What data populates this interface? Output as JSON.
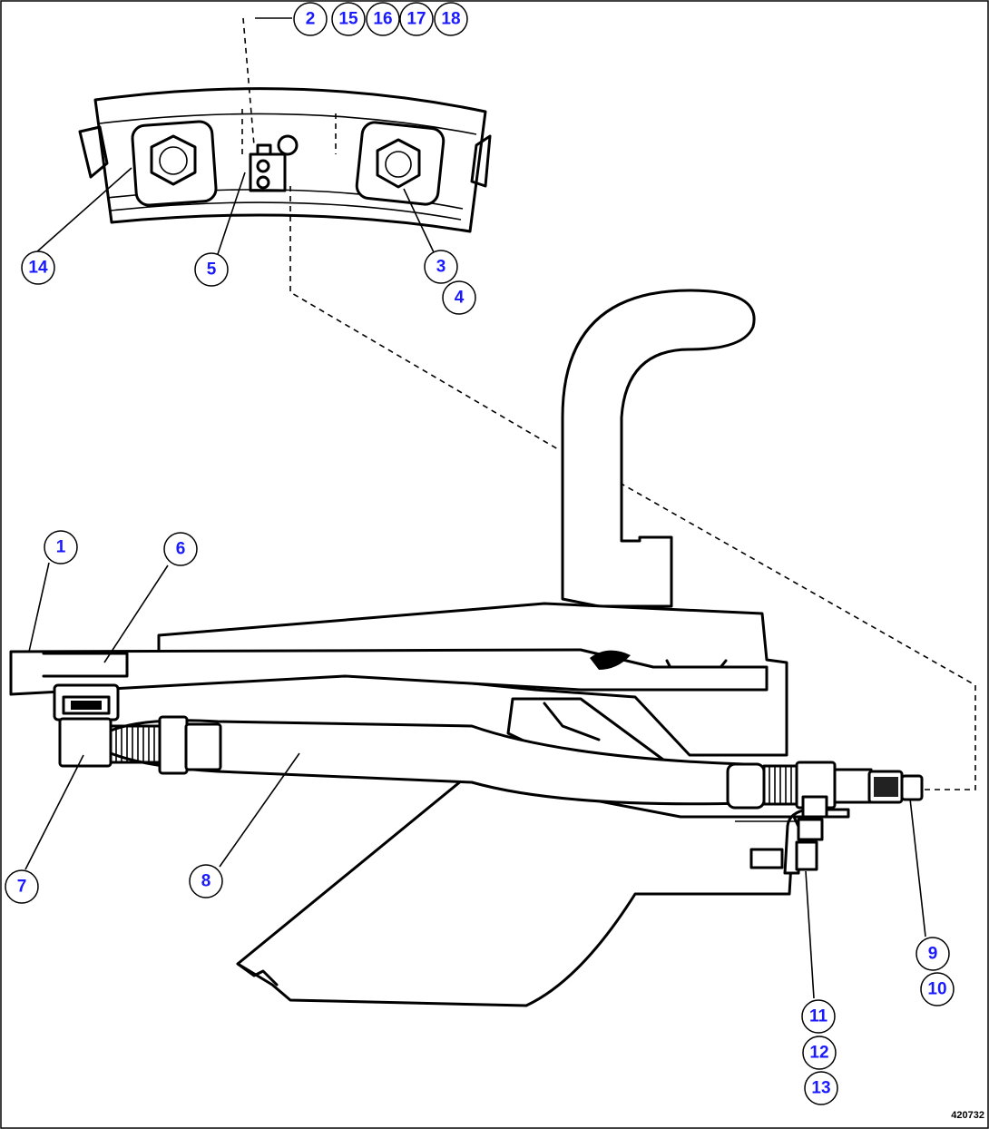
{
  "figure": {
    "figure_number": "420732",
    "callouts": [
      "1",
      "2",
      "3",
      "4",
      "5",
      "6",
      "7",
      "8",
      "9",
      "10",
      "11",
      "12",
      "13",
      "14",
      "15",
      "16",
      "17",
      "18"
    ]
  },
  "colors": {
    "callout_text": "#1a1aff",
    "line": "#000000",
    "background": "#ffffff"
  }
}
